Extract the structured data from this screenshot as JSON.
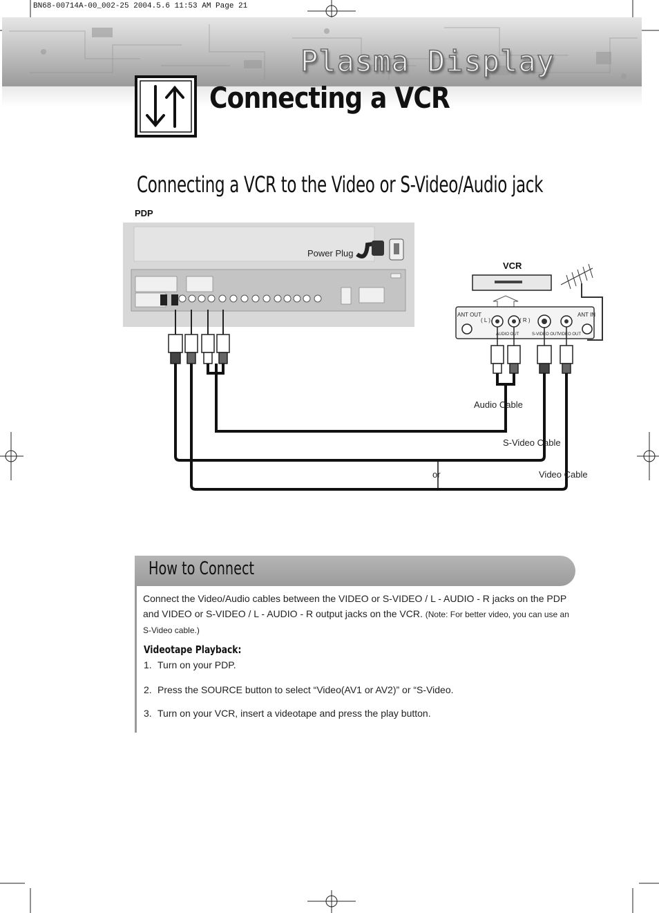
{
  "slug": "BN68-00714A-00_002-25  2004.5.6  11:53 AM  Page 21",
  "brand": "Plasma Display",
  "page_title": "Connecting a VCR",
  "section_title": "Connecting a VCR to the Video or S-Video/Audio jack",
  "diagram": {
    "pdp_label": "PDP",
    "power_plug": "Power Plug",
    "vcr_label": "VCR",
    "vcr_jacks": {
      "ant_out": "ANT OUT",
      "l": "( L )",
      "r": "( R )",
      "audio_out": "AUDIO OUT",
      "svideo_out": "S-VIDEO OUT",
      "video_out": "VIDEO OUT",
      "ant_in": "ANT IN"
    },
    "audio_cable": "Audio Cable",
    "svideo_cable": "S-Video Cable",
    "or_label": "or",
    "video_cable": "Video Cable"
  },
  "howto": {
    "title": "How to Connect",
    "intro": "Connect the Video/Audio cables between the VIDEO or S-VIDEO / L - AUDIO - R jacks on the PDP and VIDEO or S-VIDEO / L - AUDIO - R output jacks on the VCR.",
    "note": "(Note: For better video, you can use an S-Video cable.)",
    "playback_heading": "Videotape Playback:",
    "steps": [
      {
        "num": "1.",
        "text": "Turn on your PDP."
      },
      {
        "num": "2.",
        "text": "Press the SOURCE button to select “Video(AV1 or AV2)” or “S-Video."
      },
      {
        "num": "3.",
        "text": "Turn on your VCR, insert a videotape and press the play button."
      }
    ]
  }
}
